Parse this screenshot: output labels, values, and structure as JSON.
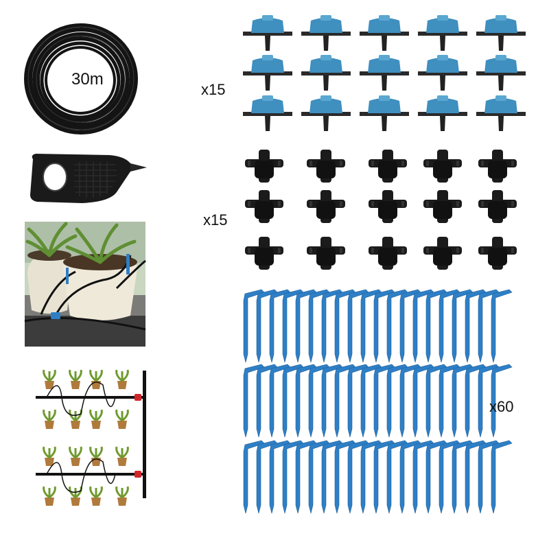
{
  "tube": {
    "length_label": "30m"
  },
  "drippers": {
    "count_label": "x15"
  },
  "tee_connectors": {
    "count_label": "x15"
  },
  "stakes": {
    "count_label": "x60"
  },
  "colors": {
    "background": "#ffffff",
    "tube": "#141414",
    "dripper_blue": "#3f8fbf",
    "dripper_dark": "#2a2a2a",
    "tee_black": "#1b1b1b",
    "stake_blue": "#2e7fc6",
    "pot": "#b07a3c",
    "leaf": "#6f9a2f",
    "valve_red": "#d0262b"
  }
}
